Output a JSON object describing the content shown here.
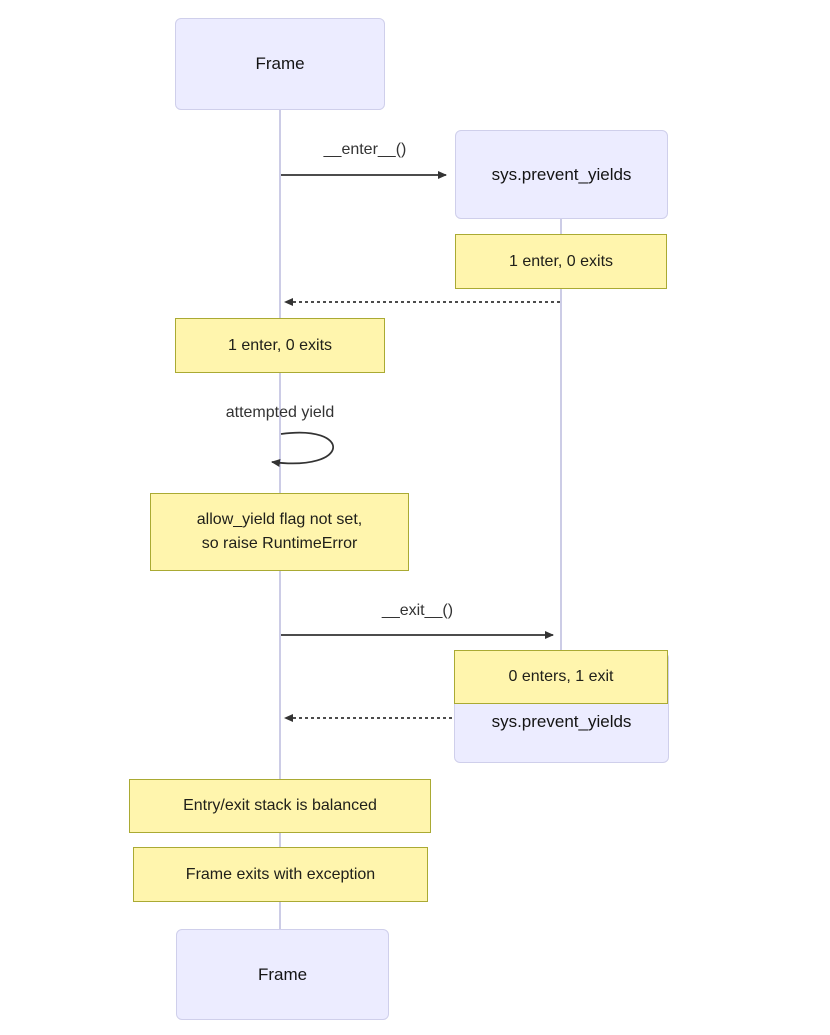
{
  "diagram": {
    "kind": "sequence-diagram",
    "actors": {
      "frame_top": "Frame",
      "sys_top": "sys.prevent_yields",
      "sys_end": "sys.prevent_yields",
      "frame_bottom": "Frame"
    },
    "messages": {
      "enter": "__enter__()",
      "self_loop": "attempted yield",
      "exit": "__exit__()"
    },
    "notes": {
      "sys_after_enter": "1 enter, 0 exits",
      "frame_after_enter": "1 enter, 0 exits",
      "raise_lines": [
        "allow_yield flag not set,",
        "so raise RuntimeError"
      ],
      "sys_after_exit": "0 enters, 1 exit",
      "stack_balanced": "Entry/exit stack is balanced",
      "frame_exits": "Frame exits with exception"
    },
    "colors": {
      "actor_fill": "#ECECFF",
      "actor_border": "#CFCFEB",
      "note_fill": "#FFF5AD",
      "note_border": "#AAAA33",
      "lifeline": "#CCCCE6",
      "arrow": "#333333",
      "text": "#141414"
    }
  }
}
